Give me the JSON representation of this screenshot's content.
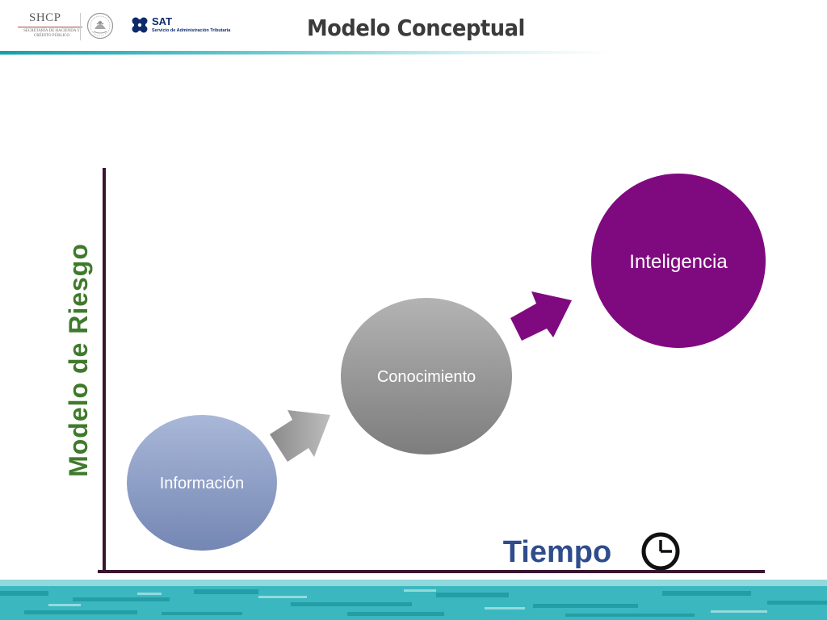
{
  "header": {
    "shcp_title": "SHCP",
    "shcp_subtitle": "Secretaría de Hacienda y Crédito Público",
    "sat_name": "SAT",
    "sat_subtitle": "Servicio de Administración Tributaria",
    "slide_title": "Modelo Conceptual"
  },
  "diagram": {
    "y_axis_label": "Modelo de Riesgo",
    "x_axis_label": "Tiempo",
    "stages": [
      {
        "label": "Información",
        "color": "#8a9cc4"
      },
      {
        "label": "Conocimiento",
        "color": "#8f8f8f"
      },
      {
        "label": "Inteligencia",
        "color": "#7f0a7f"
      }
    ],
    "axis_color": "#3a1530",
    "y_label_color": "#3f7a2c",
    "x_label_color": "#2f4d8c",
    "clock_icon": "clock-icon"
  },
  "colors": {
    "accent_teal": "#1a9ea7",
    "footer_teal": "#2bb0b8"
  }
}
